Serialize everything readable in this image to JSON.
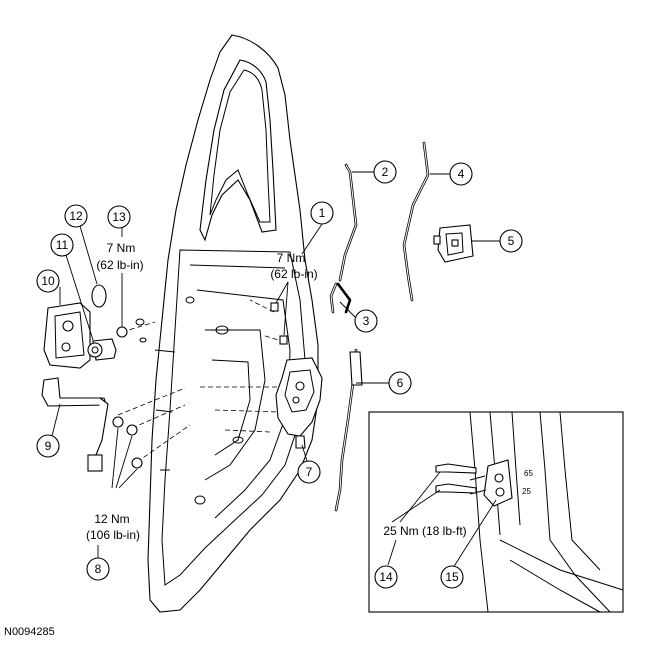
{
  "figure_id": "N0094285",
  "callouts": [
    "1",
    "2",
    "3",
    "4",
    "5",
    "6",
    "7",
    "8",
    "9",
    "10",
    "11",
    "12",
    "13",
    "14",
    "15"
  ],
  "torque_specs": {
    "t1": {
      "line1": "7 Nm",
      "line2": "(62 lb-in)"
    },
    "t13": {
      "line1": "7 Nm",
      "line2": "(62 lb-in)"
    },
    "t8": {
      "line1": "12 Nm",
      "line2": "(106 lb-in)"
    },
    "t14": {
      "line1": "25 Nm (18 lb-ft)"
    }
  },
  "striker_markings": [
    "65",
    "25"
  ]
}
